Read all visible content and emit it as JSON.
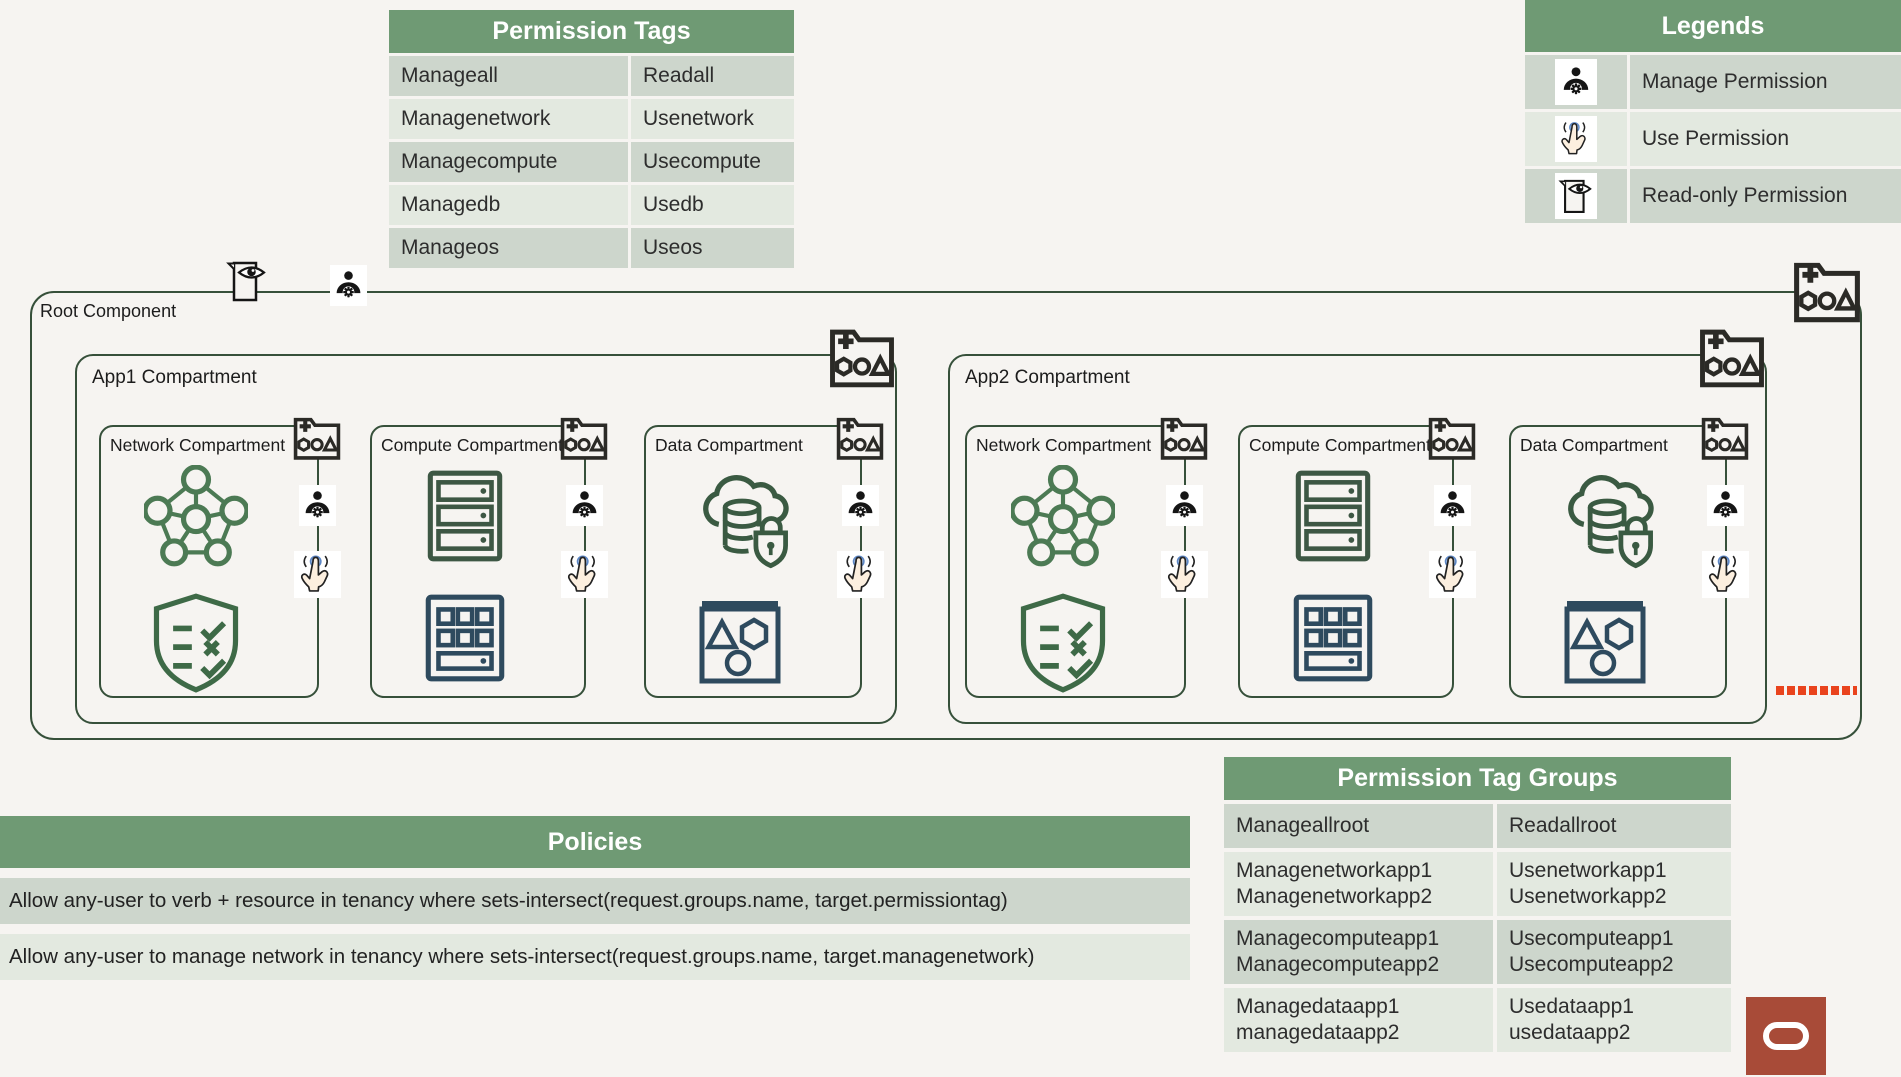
{
  "colors": {
    "background": "#f6f4f1",
    "table_header_green": "#6f9a74",
    "row_dark": "#cdd6cc",
    "row_light": "#e3e9e0",
    "box_border_green": "#36503a",
    "network_icon_green": "#4c7a54",
    "compute_icon_green": "#3d5744",
    "data_icon_teal": "#2e4a5e",
    "oracle_red": "#a84b38",
    "dots_red": "#e9431d",
    "use_icon_blue": "#a6bfe2"
  },
  "permission_tags": {
    "title": "Permission Tags",
    "rows": [
      [
        "Manageall",
        "Readall"
      ],
      [
        "Managenetwork",
        "Usenetwork"
      ],
      [
        "Managecompute",
        "Usecompute"
      ],
      [
        "Managedb",
        "Usedb"
      ],
      [
        "Manageos",
        "Useos"
      ]
    ]
  },
  "legends": {
    "title": "Legends",
    "items": [
      {
        "icon": "manage-person-icon",
        "label": "Manage Permission"
      },
      {
        "icon": "use-touch-icon",
        "label": "Use Permission"
      },
      {
        "icon": "read-only-doc-eye-icon",
        "label": "Read-only Permission"
      }
    ]
  },
  "diagram": {
    "root_label": "Root Component",
    "apps": [
      {
        "label": "App1 Compartment",
        "compartments": [
          "Network Compartment",
          "Compute Compartment",
          "Data Compartment"
        ]
      },
      {
        "label": "App2 Compartment",
        "compartments": [
          "Network Compartment",
          "Compute Compartment",
          "Data Compartment"
        ]
      }
    ]
  },
  "policies": {
    "title": "Policies",
    "rows": [
      "Allow any-user to verb + resource in tenancy where sets-intersect(request.groups.name, target.permissiontag)",
      "Allow any-user to manage network in tenancy where sets-intersect(request.groups.name, target.managenetwork)"
    ]
  },
  "permission_tag_groups": {
    "title": "Permission Tag Groups",
    "rows": [
      [
        "Manageallroot",
        "Readallroot"
      ],
      [
        "Managenetworkapp1\nManagenetworkapp2",
        "Usenetworkapp1\nUsenetworkapp2"
      ],
      [
        "Managecomputeapp1\nManagecomputeapp2",
        "Usecomputeapp1\nUsecomputeapp2"
      ],
      [
        "Managedataapp1\nmanagedataapp2",
        "Usedataapp1\nusedataapp2"
      ]
    ]
  }
}
